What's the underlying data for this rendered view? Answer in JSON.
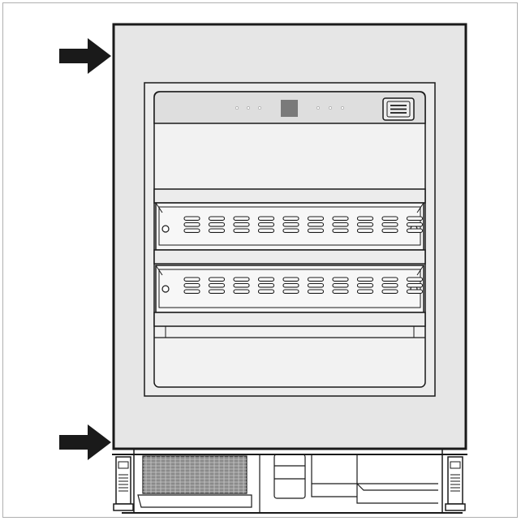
{
  "figure": {
    "subject": "fridge-front-view",
    "arrow_count": 2,
    "drawer_count": 2,
    "drawer_slot_columns": 10,
    "drawer_slot_rows": 3,
    "control_panel_icon": "menu-icon"
  },
  "colors": {
    "background": "#ffffff",
    "outline": "#1a1a1a",
    "door_panel": "#e6e6e6",
    "inner_frame": "#ececec",
    "compartment": "#f2f2f2",
    "control_strip": "#dedede",
    "display_square": "#7a7a7a",
    "arrow": "#1a1a1a",
    "grille": "#8a8a8a"
  }
}
